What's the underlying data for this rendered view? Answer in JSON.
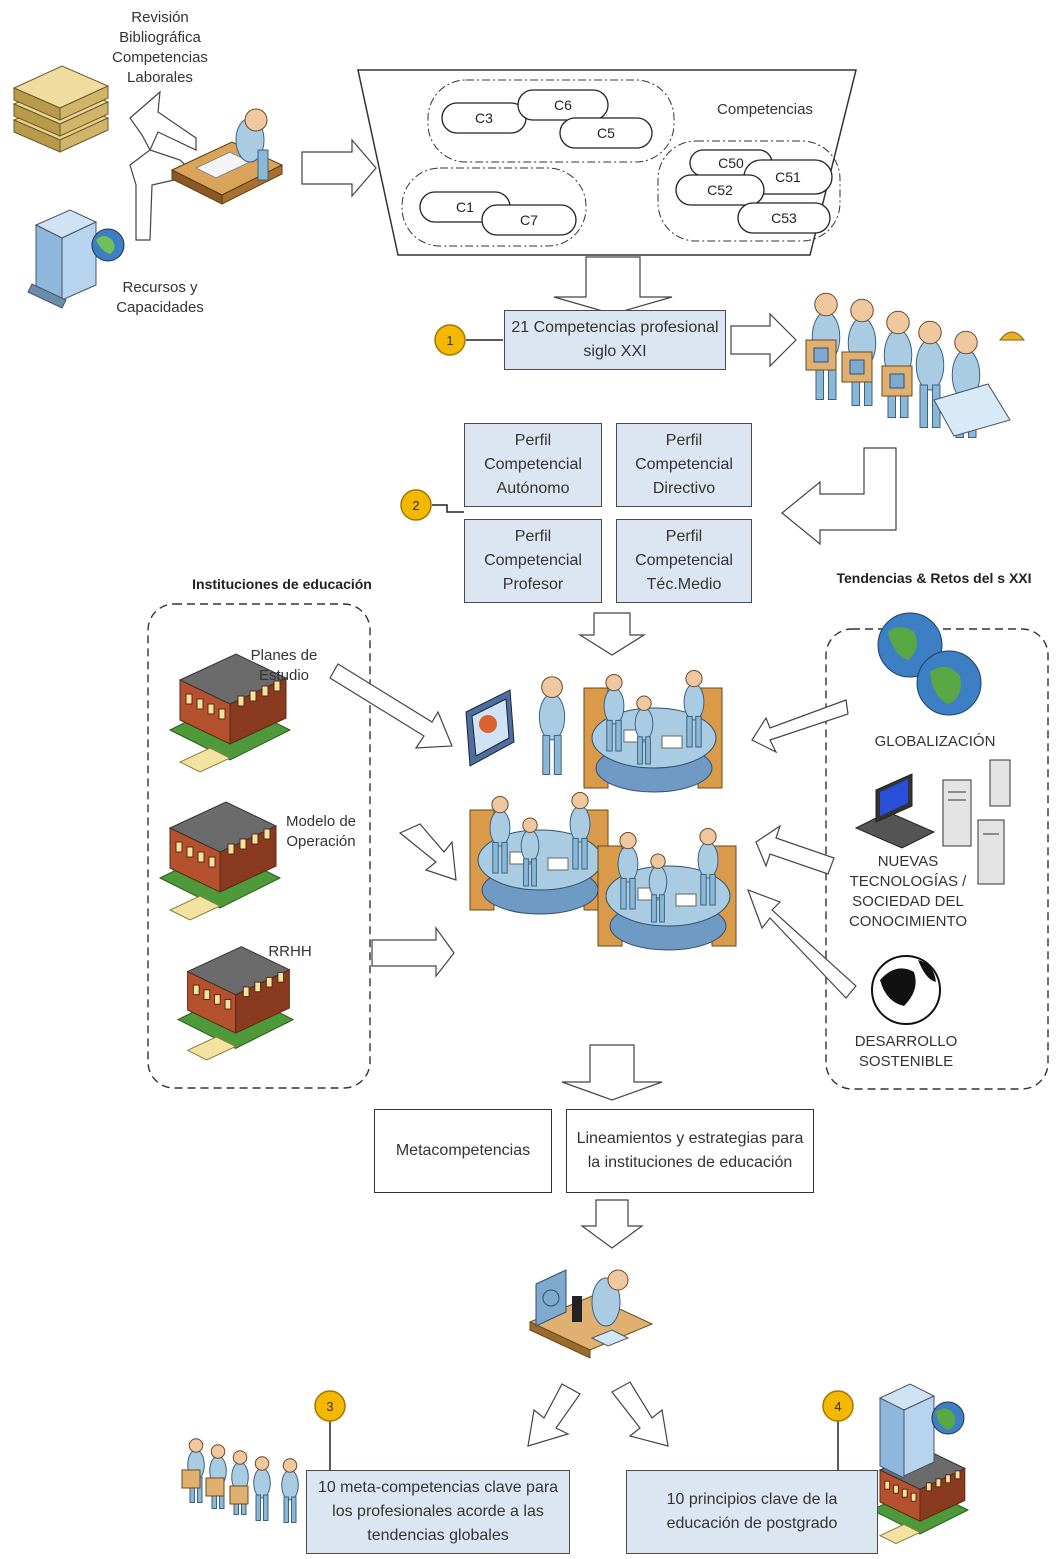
{
  "top_left": {
    "revision": "Revisión Bibliográfica Competencias Laborales",
    "recursos": "Recursos y Capacidades"
  },
  "funnel": {
    "title": "Competencias",
    "pills": [
      "C3",
      "C6",
      "C5",
      "C1",
      "C7",
      "C50",
      "C51",
      "C52",
      "C53"
    ]
  },
  "markers": [
    "1",
    "2",
    "3",
    "4"
  ],
  "competencias_box": "21 Competencias profesional siglo XXI",
  "perfiles": [
    "Perfil Competencial Autónomo",
    "Perfil Competencial Directivo",
    "Perfil Competencial Profesor",
    "Perfil Competencial Téc.Medio"
  ],
  "instituciones": {
    "title": "Instituciones de educación",
    "items": [
      "Planes de Estudio",
      "Modelo de Operación",
      "RRHH"
    ]
  },
  "tendencias": {
    "title": "Tendencias & Retos del s XXI",
    "items": [
      "GLOBALIZACIÓN",
      "NUEVAS TECNOLOGÍAS / SOCIEDAD DEL CONOCIMIENTO",
      "DESARROLLO SOSTENIBLE"
    ]
  },
  "outputs": {
    "meta": "Metacompetencias",
    "lineamientos": "Lineamientos y estrategias para la instituciones de educación"
  },
  "bottom": {
    "left": "10 meta-competencias clave para los profesionales acorde a las tendencias globales",
    "right": "10 principios clave de la educación de postgrado"
  },
  "colors": {
    "box_fill": "#dce6f2",
    "marker_fill": "#f5b800",
    "person": "#a9cce3",
    "building_brick": "#b5512e",
    "globe": "#3d7fc4"
  }
}
